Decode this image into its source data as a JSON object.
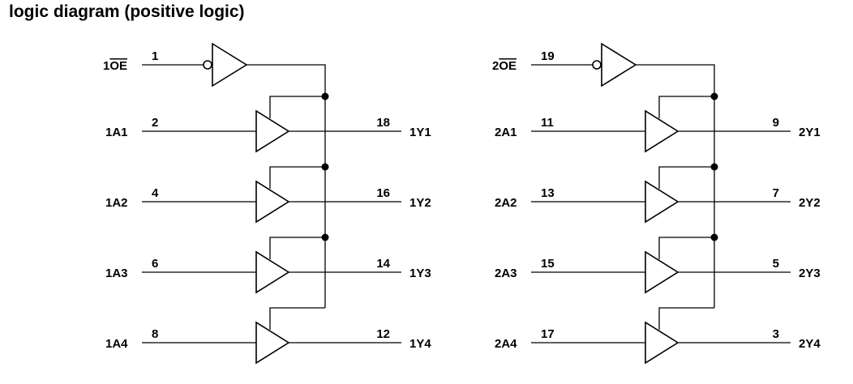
{
  "title": "logic diagram (positive logic)",
  "sections": [
    {
      "enable": {
        "prefix": "1",
        "bar": "OE",
        "pin": "1"
      },
      "buffers": [
        {
          "input": "1A1",
          "in_pin": "2",
          "output": "1Y1",
          "out_pin": "18"
        },
        {
          "input": "1A2",
          "in_pin": "4",
          "output": "1Y2",
          "out_pin": "16"
        },
        {
          "input": "1A3",
          "in_pin": "6",
          "output": "1Y3",
          "out_pin": "14"
        },
        {
          "input": "1A4",
          "in_pin": "8",
          "output": "1Y4",
          "out_pin": "12"
        }
      ]
    },
    {
      "enable": {
        "prefix": "2",
        "bar": "OE",
        "pin": "19"
      },
      "buffers": [
        {
          "input": "2A1",
          "in_pin": "11",
          "output": "2Y1",
          "out_pin": "9"
        },
        {
          "input": "2A2",
          "in_pin": "13",
          "output": "2Y2",
          "out_pin": "7"
        },
        {
          "input": "2A3",
          "in_pin": "15",
          "output": "2Y3",
          "out_pin": "5"
        },
        {
          "input": "2A4",
          "in_pin": "17",
          "output": "2Y4",
          "out_pin": "3"
        }
      ]
    }
  ]
}
